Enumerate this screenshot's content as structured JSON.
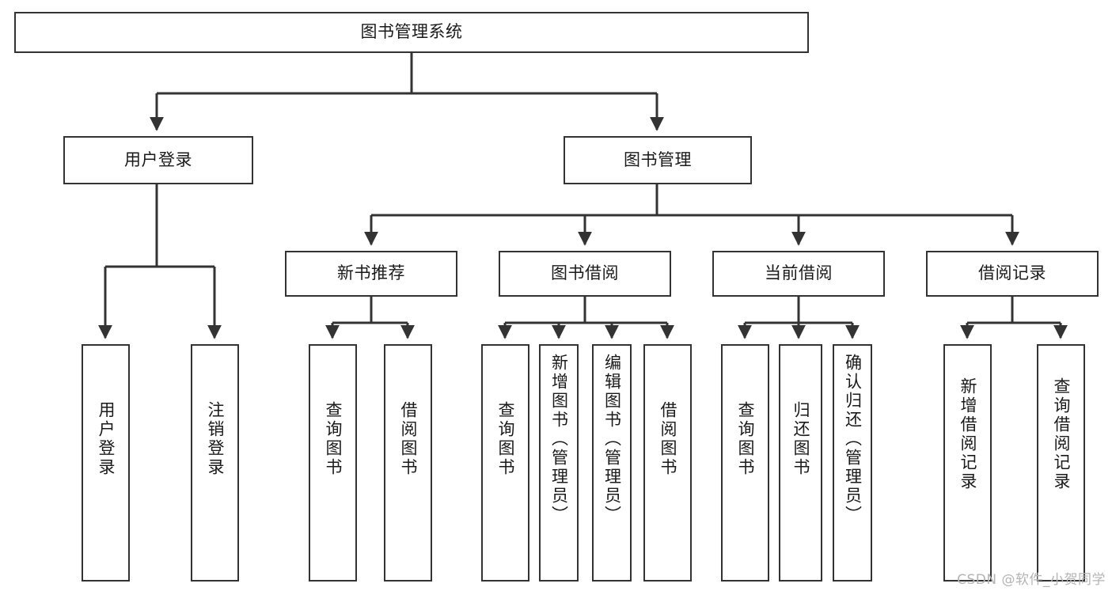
{
  "diagram": {
    "title": "图书管理系统",
    "watermark": "CSDN @软件_小贺同学",
    "line_color": "#333333",
    "box_fill": "#ffffff",
    "text_color": "#1a1a1a",
    "levels": {
      "root": "图书管理系统",
      "level2": [
        "用户登录",
        "图书管理"
      ],
      "level3": [
        "新书推荐",
        "图书借阅",
        "当前借阅",
        "借阅记录"
      ]
    },
    "nodes": {
      "root": {
        "label": "图书管理系统"
      },
      "user_login": {
        "label": "用户登录"
      },
      "book_manage": {
        "label": "图书管理"
      },
      "new_book_rec": {
        "label": "新书推荐"
      },
      "book_borrow": {
        "label": "图书借阅"
      },
      "current_borrow": {
        "label": "当前借阅"
      },
      "borrow_record": {
        "label": "借阅记录"
      },
      "leaf_user_login": {
        "label": "用户登录"
      },
      "leaf_logout": {
        "label": "注销登录"
      },
      "leaf_query_book_1": {
        "label": "查询图书"
      },
      "leaf_borrow_book_1": {
        "label": "借阅图书"
      },
      "leaf_query_book_2": {
        "label": "查询图书"
      },
      "leaf_add_book": {
        "label": "新增图书（管理员）"
      },
      "leaf_edit_book": {
        "label": "编辑图书（管理员）"
      },
      "leaf_borrow_book_2": {
        "label": "借阅图书"
      },
      "leaf_query_book_3": {
        "label": "查询图书"
      },
      "leaf_return_book": {
        "label": "归还图书"
      },
      "leaf_confirm_return": {
        "label": "确认归还（管理员）"
      },
      "leaf_add_record": {
        "label": "新增借阅记录"
      },
      "leaf_query_record": {
        "label": "查询借阅记录"
      }
    }
  }
}
